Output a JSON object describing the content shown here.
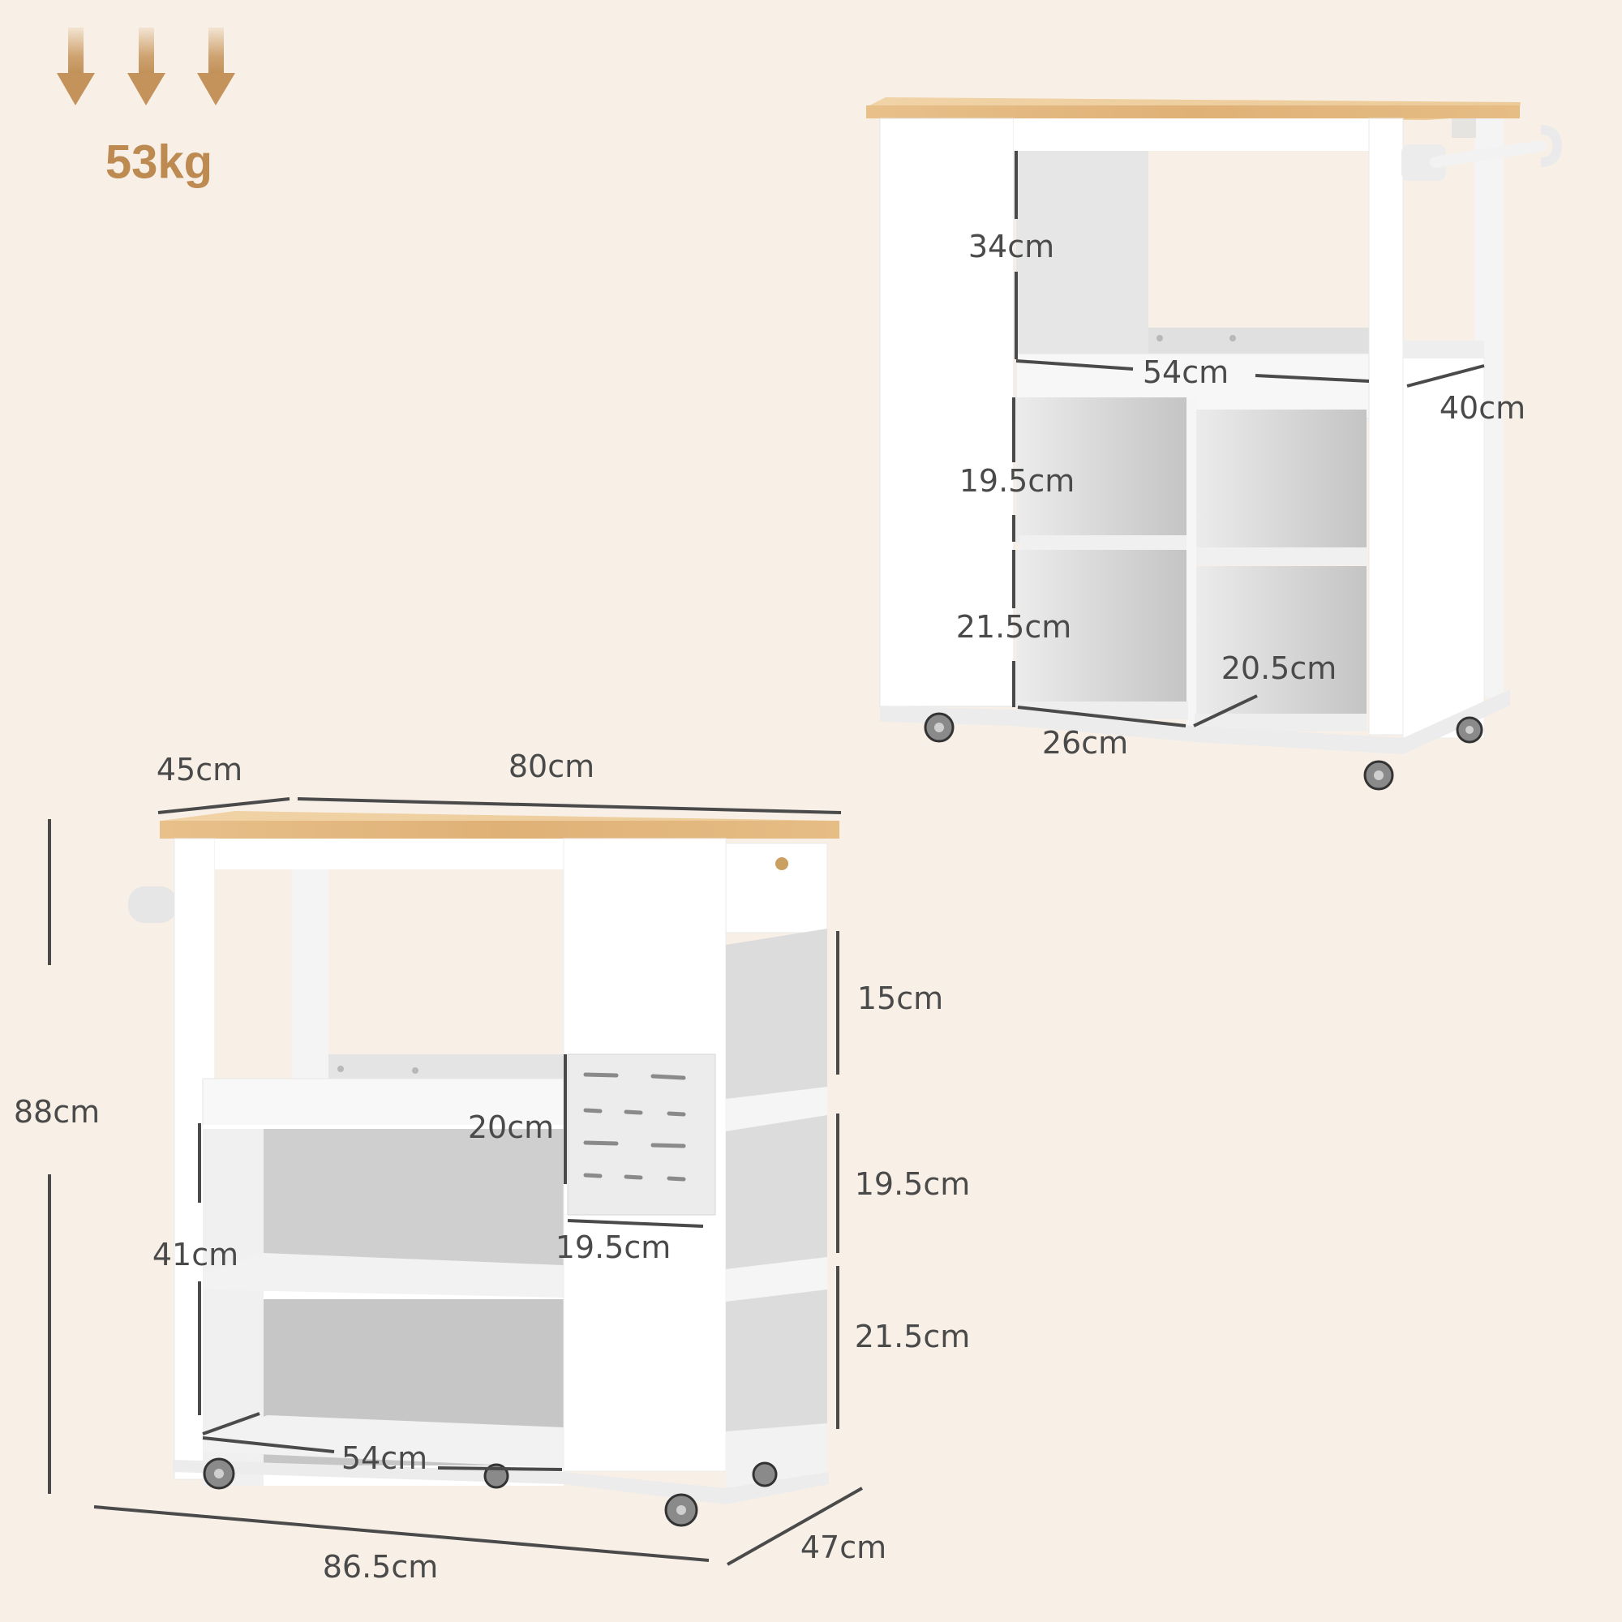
{
  "weight": {
    "arrow_icon": "down-arrow-icon",
    "arrow_count": 3,
    "label": "53kg",
    "color": "#bd8a51"
  },
  "colors": {
    "background": "#f8f0e7",
    "dimension_line": "#4a4a4a",
    "wood_top": "#e3b880",
    "cabinet_white": "#ffffff",
    "cabinet_shade": "#dedede"
  },
  "rear_view": {
    "labels": {
      "upper_height": "34cm",
      "upper_width": "54cm",
      "side_depth": "40cm",
      "cube_upper_height": "19.5cm",
      "cube_lower_height": "21.5cm",
      "cube_depth": "20.5cm",
      "cube_width": "26cm"
    }
  },
  "front_view": {
    "labels": {
      "top_depth": "45cm",
      "top_width": "80cm",
      "total_height": "88cm",
      "side_shelf_1": "15cm",
      "side_shelf_2": "19.5cm",
      "side_shelf_3": "21.5cm",
      "knife_block_height": "20cm",
      "knife_block_width": "19.5cm",
      "main_shelf_height": "41cm",
      "bottom_shelf_width": "54cm",
      "base_width": "86.5cm",
      "base_depth": "47cm"
    }
  }
}
